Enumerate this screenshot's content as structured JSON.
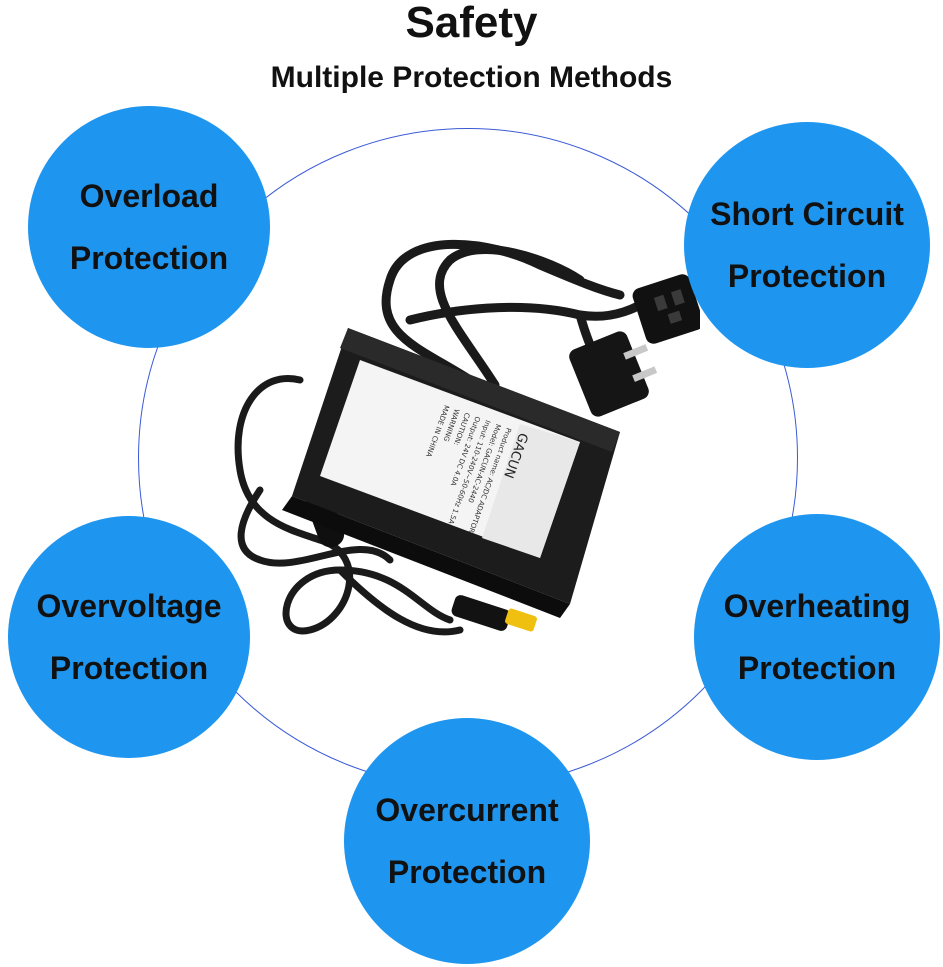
{
  "header": {
    "title": "Safety",
    "subtitle": "Multiple Protection Methods"
  },
  "colors": {
    "badge_fill": "#1e96f0",
    "ring": "#3b5bd6",
    "text": "#111111",
    "adapter_body": "#1c1c1c",
    "plug_tip": "#f0c010"
  },
  "badges": [
    {
      "line1": "Overload",
      "line2": "Protection"
    },
    {
      "line1": "Short Circuit",
      "line2": "Protection"
    },
    {
      "line1": "Overvoltage",
      "line2": "Protection"
    },
    {
      "line1": "Overheating",
      "line2": "Protection"
    },
    {
      "line1": "Overcurrent",
      "line2": "Protection"
    }
  ],
  "product": {
    "brand": "GACUN",
    "label_lines": [
      "Product name: AC/DC ADAPTOR",
      "Model: GACUN-AC-2440",
      "Input: 110-240V~50-60Hz 1.5A",
      "Output: 24V DC 4.0A",
      "CAUTION:",
      "WARNING",
      "MADE IN CHINA"
    ]
  }
}
